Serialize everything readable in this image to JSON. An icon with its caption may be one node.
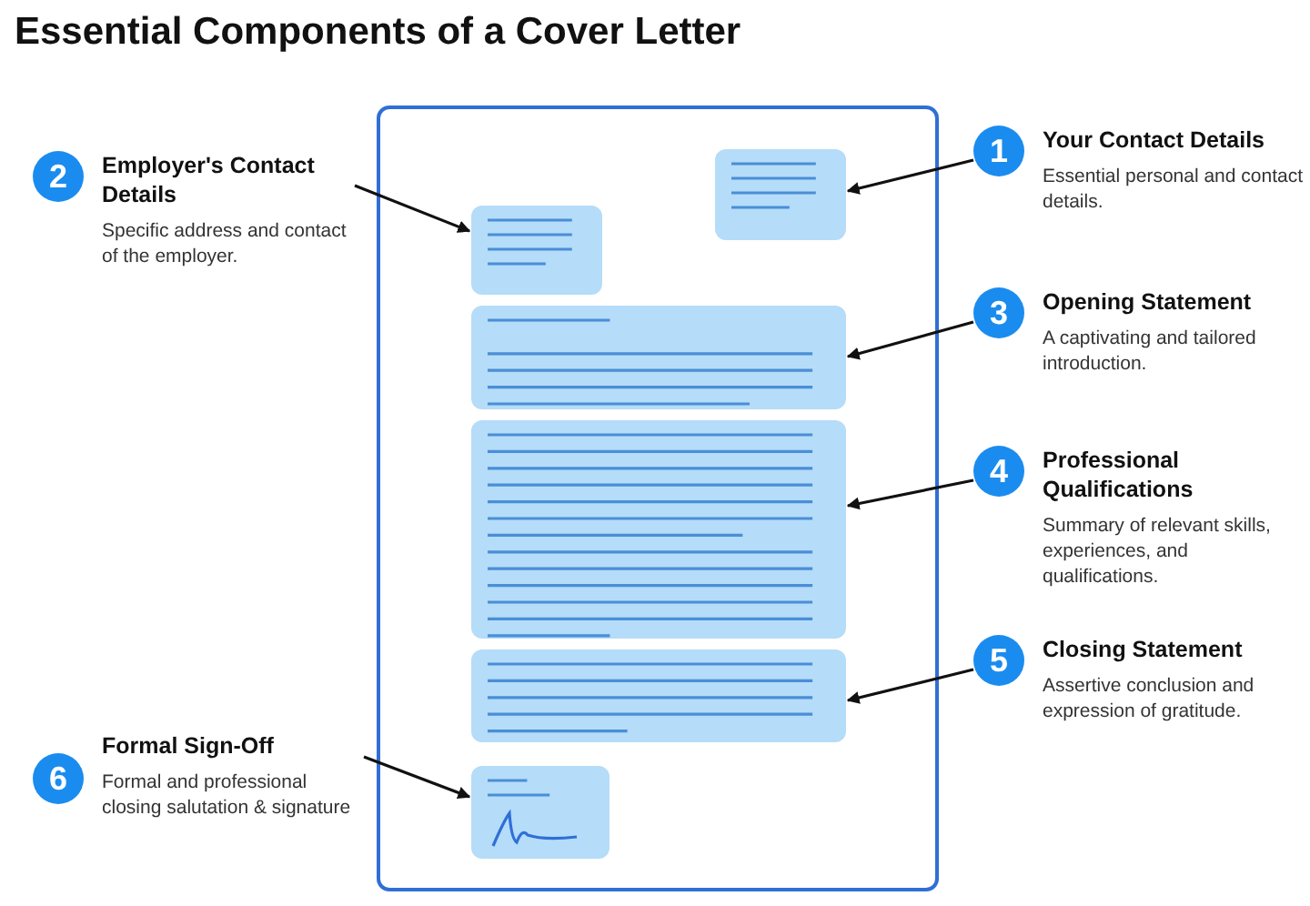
{
  "diagram": {
    "title": "Essential Components of a Cover Letter",
    "nodes": [
      {
        "text": [],
        "shape": "box"
      },
      {
        "text": [],
        "shape": "box",
        "in": 0
      },
      {
        "text": [],
        "shape": "box",
        "in": 0
      },
      {
        "text": [],
        "shape": "box",
        "in": 0
      },
      {
        "text": [],
        "shape": "box",
        "in": 0
      },
      {
        "text": [],
        "shape": "box",
        "in": 0
      },
      {
        "text": [],
        "shape": "box",
        "in": 0
      },
      {
        "text": [
          "1",
          "Your Contact Details",
          "Essential personal and contact details."
        ]
      },
      {
        "text": [
          "2",
          "Employer's Contact Details",
          "Specific address and contact of the employer."
        ]
      },
      {
        "text": [
          "3",
          "Opening Statement",
          "A captivating and tailored introduction."
        ]
      },
      {
        "text": [
          "4",
          "Professional Qualifications",
          "Summary of relevant skills, experiences, and qualifications."
        ]
      },
      {
        "text": [
          "5",
          "Closing Statement",
          "Assertive conclusion and expression of gratitude."
        ]
      },
      {
        "text": [
          "6",
          "Formal Sign-Off",
          "Formal and professional closing salutation & signature"
        ]
      }
    ],
    "edges": [
      {
        "from": 7,
        "to": 1,
        "arrow": "to"
      },
      {
        "from": 8,
        "to": 2,
        "arrow": "to"
      },
      {
        "from": 9,
        "to": 3,
        "arrow": "to"
      },
      {
        "from": 10,
        "to": 4,
        "arrow": "to"
      },
      {
        "from": 11,
        "to": 5,
        "arrow": "to"
      },
      {
        "from": 12,
        "to": 6,
        "arrow": "to"
      }
    ]
  }
}
